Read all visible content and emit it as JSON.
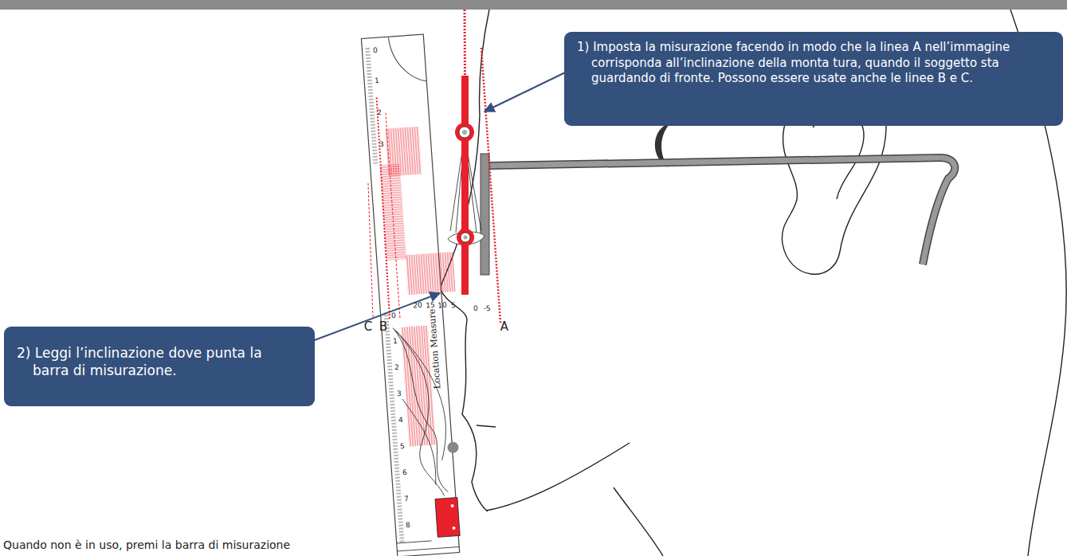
{
  "diagram": {
    "nodes": [
      {
        "text": [
          "1) Imposta la misurazione facendo in modo che la linea A nell’immagine corrisponda all’inclinazione della monta tura, quando il soggetto sta guardando di fronte. Possono essere usate anche le linee B e C."
        ]
      },
      {
        "text": [
          "2) Leggi l’inclinazione dove punta la barra di misurazione."
        ]
      }
    ],
    "labels": [
      "C",
      "B",
      "A",
      "20",
      "15",
      "10",
      "5",
      "0",
      "-5",
      "Location Measure",
      "0",
      "1",
      "2",
      "3",
      "0",
      "1",
      "2",
      "3",
      "4",
      "5",
      "6",
      "7",
      "8",
      "Quando non è in uso, premi la barra di misurazione"
    ]
  }
}
